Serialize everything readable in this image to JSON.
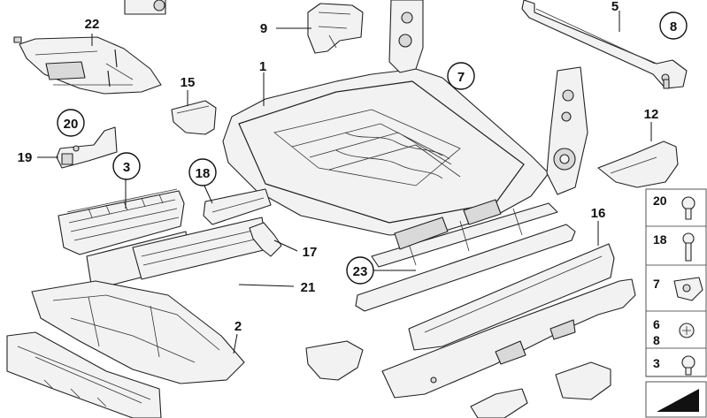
{
  "callouts": {
    "c22": "22",
    "c9": "9",
    "c5": "5",
    "c8": "8",
    "c1": "1",
    "c7": "7",
    "c15": "15",
    "c20": "20",
    "c12": "12",
    "c19": "19",
    "c3": "3",
    "c18": "18",
    "c16": "16",
    "c17": "17",
    "c21": "21",
    "c23": "23",
    "c2": "2"
  },
  "side_panel": {
    "items": [
      "20",
      "18",
      "7",
      "6",
      "8",
      "3"
    ]
  }
}
